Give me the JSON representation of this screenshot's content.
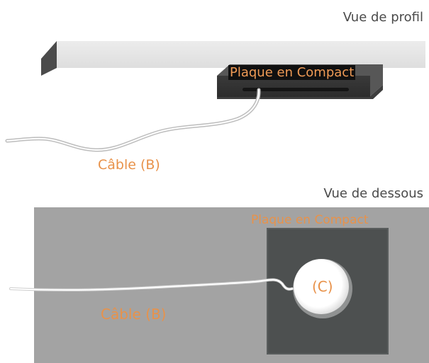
{
  "header_partial": "...",
  "profile_view": {
    "title": "Vue de profil",
    "plate_label": "Plaque en Compact",
    "cable_label": "Câble (B)"
  },
  "bottom_view": {
    "title": "Vue de dessous",
    "plate_label": "Plaque en Compact",
    "cable_label": "Câble (B)",
    "hole_label": "(C)"
  },
  "colors": {
    "label_orange": "#e8924a",
    "title_gray": "#4a4a4a",
    "board_gray": "#a3a3a3",
    "plate_dark": "#4d5050"
  }
}
